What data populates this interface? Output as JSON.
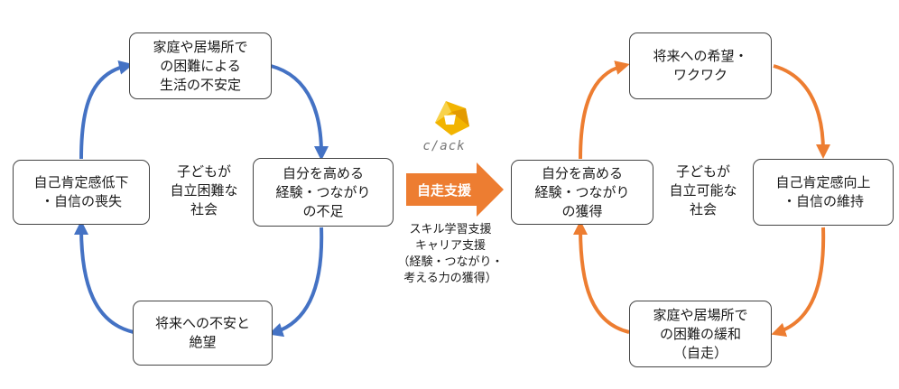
{
  "left_cycle": {
    "top": "家庭や居場所で\nの困難による\n生活の不安定",
    "left": "自己肯定感低下\n・自信の喪失",
    "right": "自分を高める\n経験・つながり\nの不足",
    "bottom": "将来への不安と\n絶望",
    "center": "子どもが\n自立困難な\n社会"
  },
  "right_cycle": {
    "top": "将来への希望・\nワクワク",
    "left": "自分を高める\n経験・つながり\nの獲得",
    "right": "自己肯定感向上\n・自信の維持",
    "bottom": "家庭や居場所で\nの困難の緩和\n（自走）",
    "center": "子どもが\n自立可能な\n社会"
  },
  "transition": {
    "arrow_label": "自走支援",
    "logo_text": "c/ack",
    "support_note": "スキル学習支援\nキャリア支援\n（経験・つながり・\n考える力の獲得）"
  },
  "colors": {
    "left_arrow": "#4472c4",
    "right_arrow": "#ed7d31",
    "center_arrow": "#ed7d31",
    "logo": "#f0b400"
  }
}
